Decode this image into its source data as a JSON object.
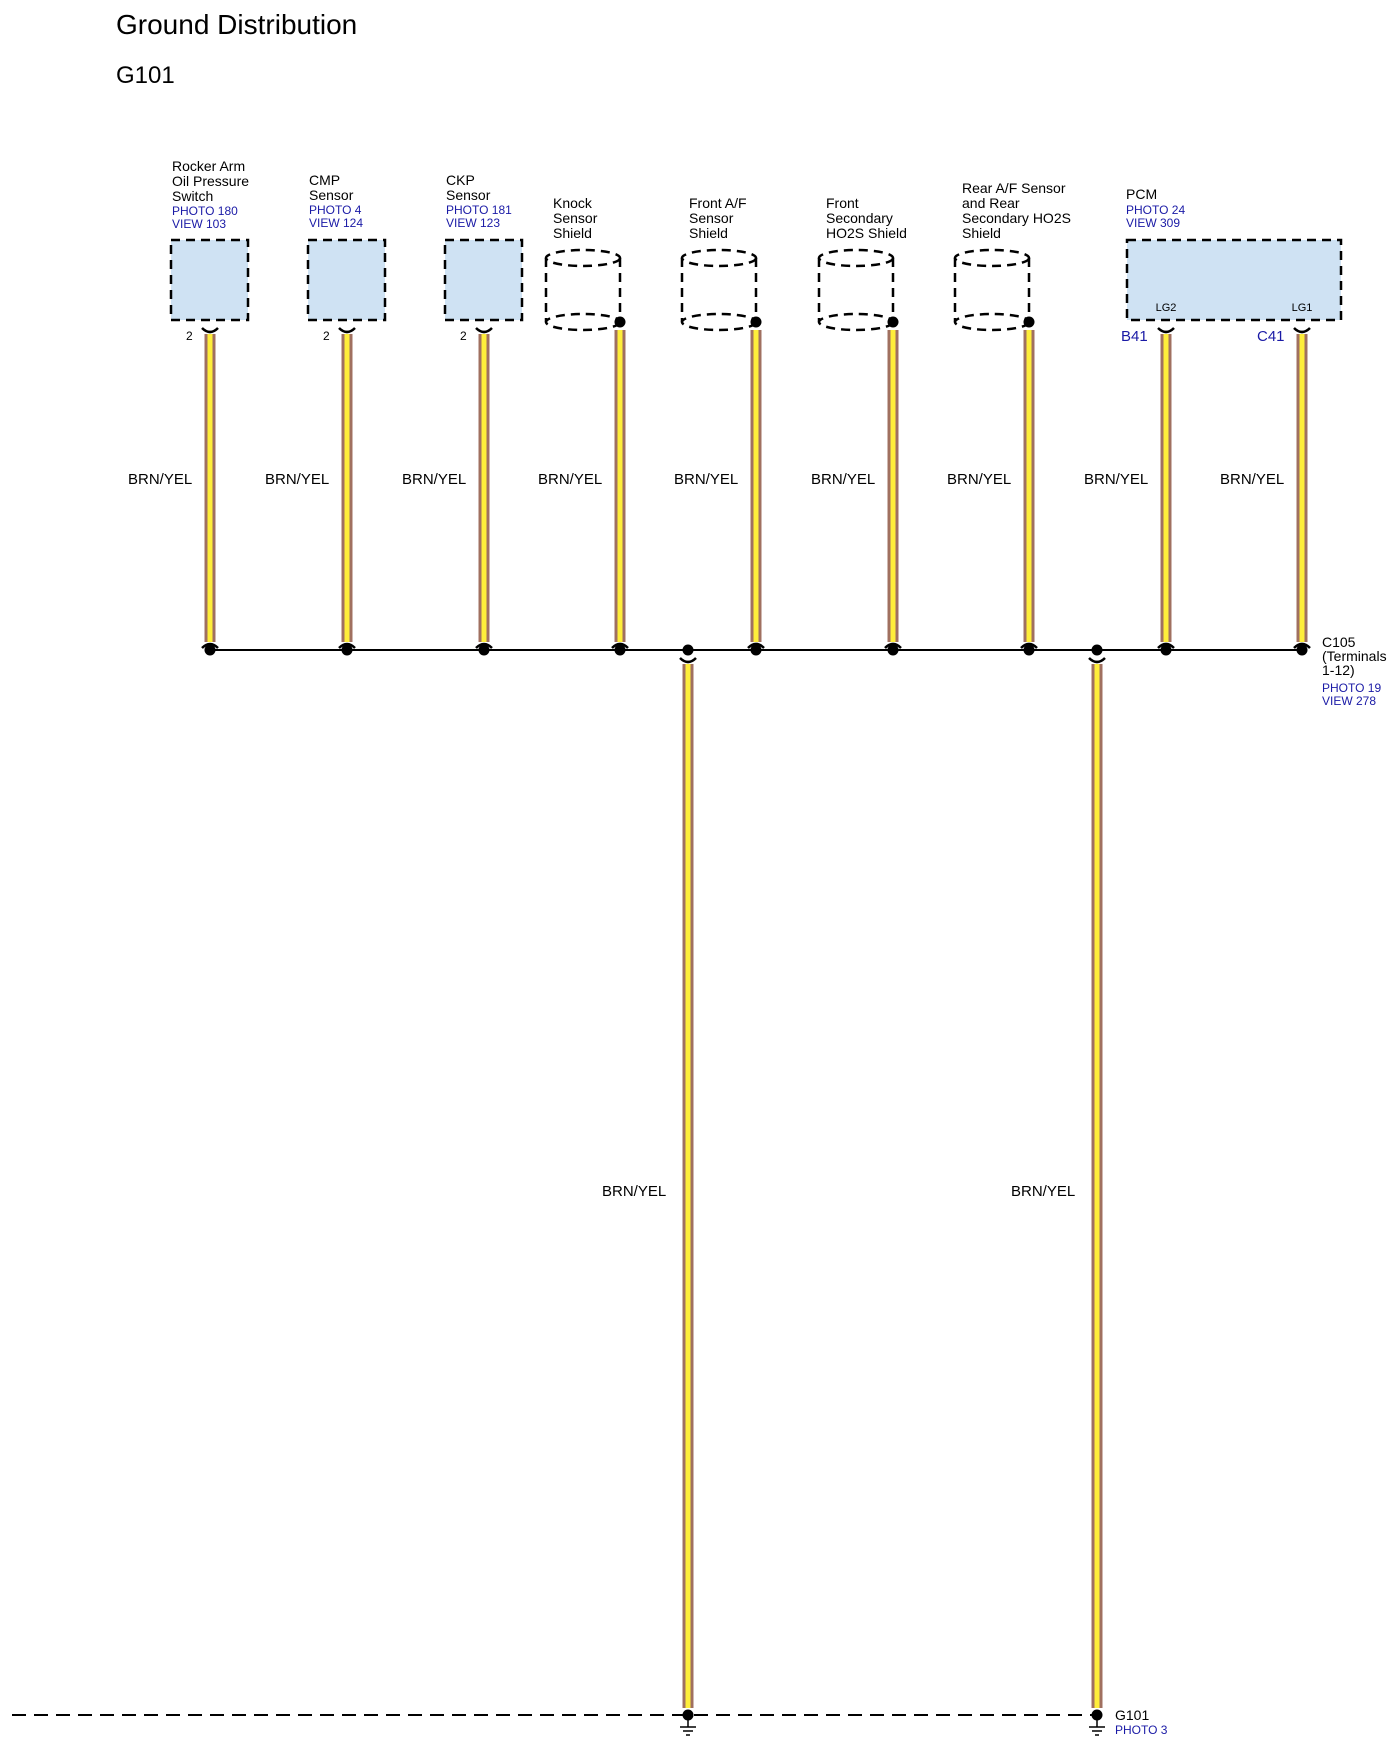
{
  "header": {
    "title": "Ground Distribution",
    "subtitle": "G101"
  },
  "colors": {
    "wire_outer": "#a07060",
    "wire_inner": "#ffee3a",
    "component_fill": "#cfe2f3",
    "ref_text": "#1a1aa6"
  },
  "components": [
    {
      "id": "rocker",
      "lines": [
        "Rocker Arm",
        "Oil Pressure",
        "Switch"
      ],
      "photo": "PHOTO 180",
      "view": "VIEW 103",
      "kind": "box",
      "pin": "2",
      "wire": "BRN/YEL"
    },
    {
      "id": "cmp",
      "lines": [
        "CMP",
        "Sensor"
      ],
      "photo": "PHOTO 4",
      "view": "VIEW 124",
      "kind": "box",
      "pin": "2",
      "wire": "BRN/YEL"
    },
    {
      "id": "ckp",
      "lines": [
        "CKP",
        "Sensor"
      ],
      "photo": "PHOTO 181",
      "view": "VIEW 123",
      "kind": "box",
      "pin": "2",
      "wire": "BRN/YEL"
    },
    {
      "id": "knock",
      "lines": [
        "Knock",
        "Sensor",
        "Shield"
      ],
      "kind": "shield",
      "wire": "BRN/YEL"
    },
    {
      "id": "frontaf",
      "lines": [
        "Front A/F",
        "Sensor",
        "Shield"
      ],
      "kind": "shield",
      "wire": "BRN/YEL"
    },
    {
      "id": "fronth02",
      "lines": [
        "Front",
        "Secondary",
        "HO2S Shield"
      ],
      "kind": "shield",
      "wire": "BRN/YEL"
    },
    {
      "id": "rearaf",
      "lines": [
        "Rear A/F Sensor",
        "and Rear",
        "Secondary HO2S",
        "Shield"
      ],
      "kind": "shield",
      "wire": "BRN/YEL"
    }
  ],
  "pcm": {
    "name": "PCM",
    "photo": "PHOTO 24",
    "view": "VIEW 309",
    "pins": [
      {
        "pin": "LG2",
        "terminal": "B41",
        "wire": "BRN/YEL"
      },
      {
        "pin": "LG1",
        "terminal": "C41",
        "wire": "BRN/YEL"
      }
    ]
  },
  "connector": {
    "lines": [
      "C105",
      "(Terminals",
      "1-12)"
    ],
    "photo": "PHOTO 19",
    "view": "VIEW 278"
  },
  "drops": [
    {
      "wire": "BRN/YEL"
    },
    {
      "wire": "BRN/YEL"
    }
  ],
  "ground": {
    "name": "G101",
    "photo": "PHOTO 3"
  }
}
